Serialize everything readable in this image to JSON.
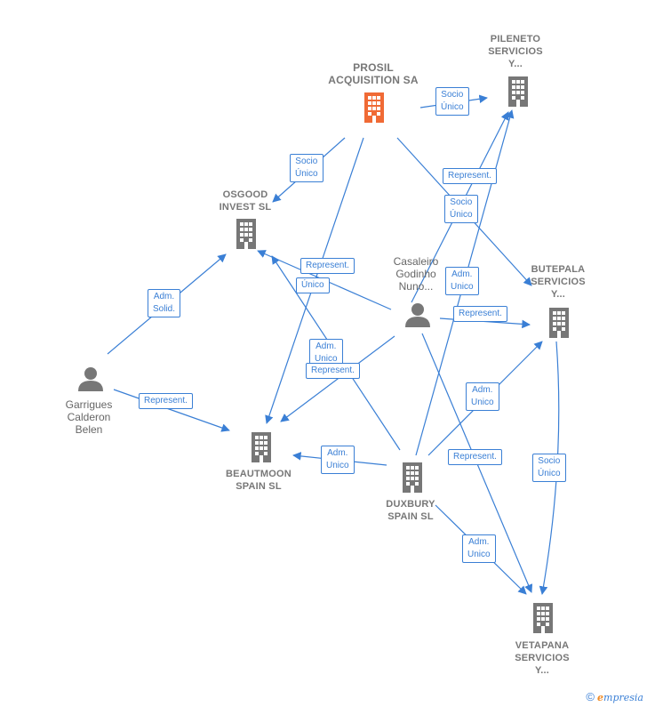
{
  "nodes": {
    "prosil": {
      "label_lines": [
        "PROSIL",
        "ACQUISITION SA"
      ]
    },
    "pileneto": {
      "label_lines": [
        "PILENETO",
        "SERVICIOS",
        "Y..."
      ]
    },
    "osgood": {
      "label_lines": [
        "OSGOOD",
        "INVEST SL"
      ]
    },
    "casaleiro": {
      "label_lines": [
        "Casaleiro",
        "Godinho",
        "Nuno..."
      ]
    },
    "butepala": {
      "label_lines": [
        "BUTEPALA",
        "SERVICIOS",
        "Y..."
      ]
    },
    "garrigues": {
      "label_lines": [
        "Garrigues",
        "Calderon",
        "Belen"
      ]
    },
    "beautmoon": {
      "label_lines": [
        "BEAUTMOON",
        "SPAIN SL"
      ]
    },
    "duxbury": {
      "label_lines": [
        "DUXBURY",
        "SPAIN SL"
      ]
    },
    "vetapana": {
      "label_lines": [
        "VETAPANA",
        "SERVICIOS",
        "Y..."
      ]
    }
  },
  "edge_labels": {
    "prosil_pileneto": [
      "Socio",
      "Único"
    ],
    "prosil_osgood": [
      "Socio",
      "Único"
    ],
    "represent_1": [
      "Represent."
    ],
    "socio_unico_butepala": [
      "Socio",
      "Único"
    ],
    "represent_osgood": [
      "Represent."
    ],
    "unico_osgood": [
      "Único"
    ],
    "adm_unico_pileneto": [
      "Adm.",
      "Unico"
    ],
    "adm_solid": [
      "Adm.",
      "Solid."
    ],
    "represent_butepala": [
      "Represent."
    ],
    "adm_unico_osgood": [
      "Adm.",
      "Unico"
    ],
    "represent_beautmoon": [
      "Represent."
    ],
    "garrigues_represent": [
      "Represent."
    ],
    "adm_unico_butepala": [
      "Adm.",
      "Unico"
    ],
    "represent_vetapana": [
      "Represent."
    ],
    "socio_unico_vetapana": [
      "Socio",
      "Único"
    ],
    "adm_unico_beautmoon": [
      "Adm.",
      "Unico"
    ],
    "adm_unico_vetapana": [
      "Adm.",
      "Unico"
    ]
  },
  "footer": {
    "copyright": "©",
    "brand_initial": "e",
    "brand_rest": "mpresia"
  },
  "colors": {
    "edge": "#3a7fd5",
    "main_node": "#f06a35",
    "node": "#777777"
  }
}
